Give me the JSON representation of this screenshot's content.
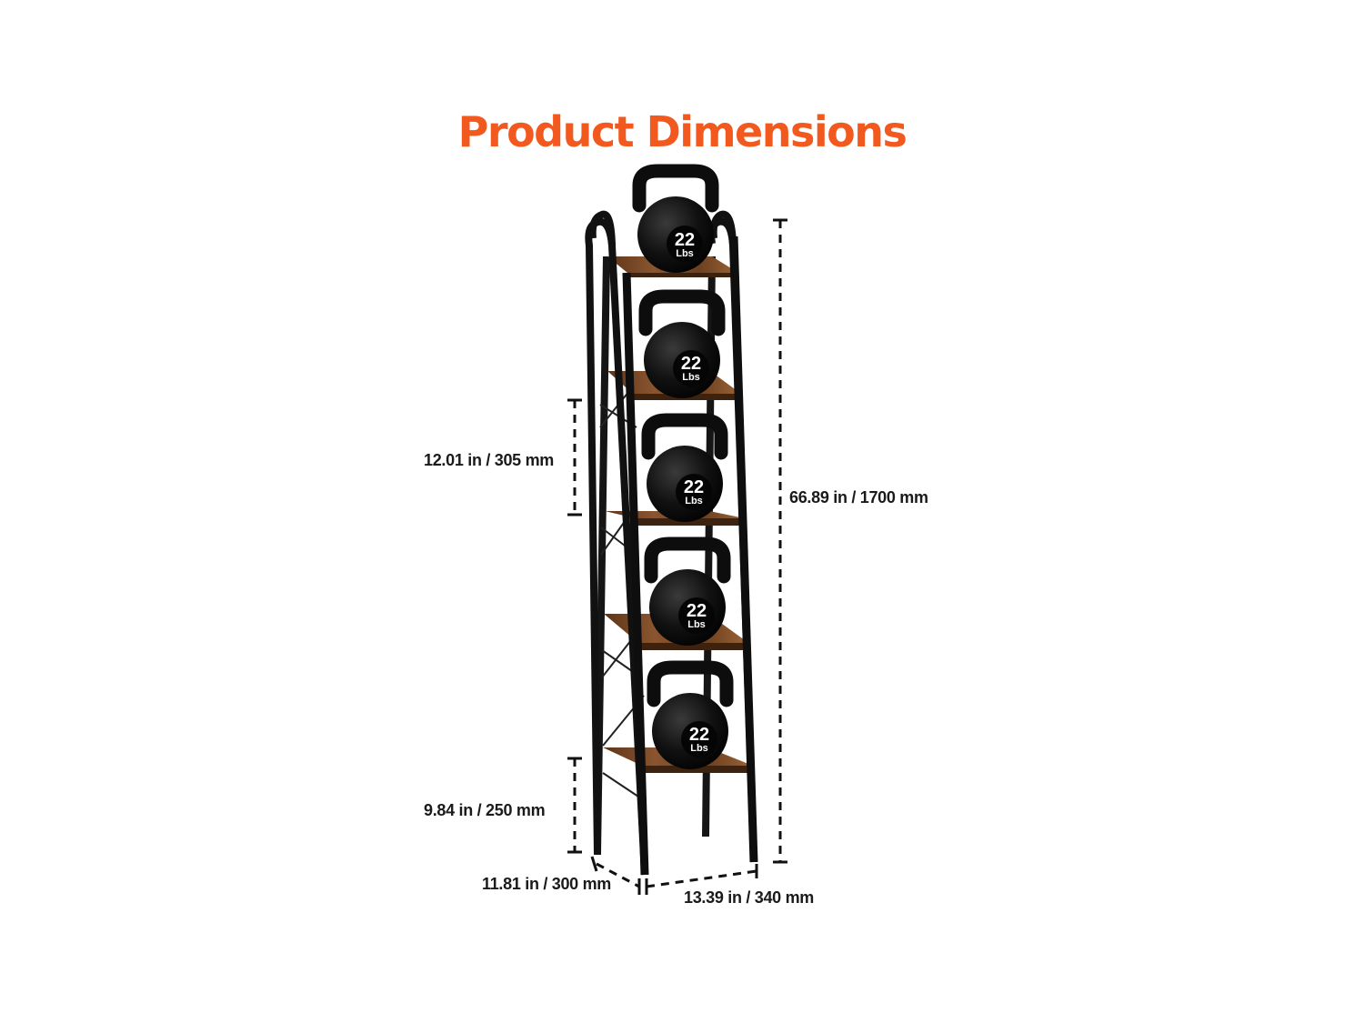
{
  "title": "Product Dimensions",
  "colors": {
    "title": "#f2591e",
    "frame": "#111111",
    "shelf": "#7b4a26",
    "kettlebell": "#0d0d0d"
  },
  "dimensions": {
    "total_height": "66.89 in / 1700 mm",
    "shelf_spacing": "12.01 in / 305 mm",
    "bottom_clearance": "9.84 in / 250 mm",
    "depth": "11.81 in / 300 mm",
    "width": "13.39 in / 340 mm"
  },
  "kettlebells": [
    {
      "weight": "22",
      "unit": "Lbs"
    },
    {
      "weight": "22",
      "unit": "Lbs"
    },
    {
      "weight": "22",
      "unit": "Lbs"
    },
    {
      "weight": "22",
      "unit": "Lbs"
    },
    {
      "weight": "22",
      "unit": "Lbs"
    }
  ]
}
